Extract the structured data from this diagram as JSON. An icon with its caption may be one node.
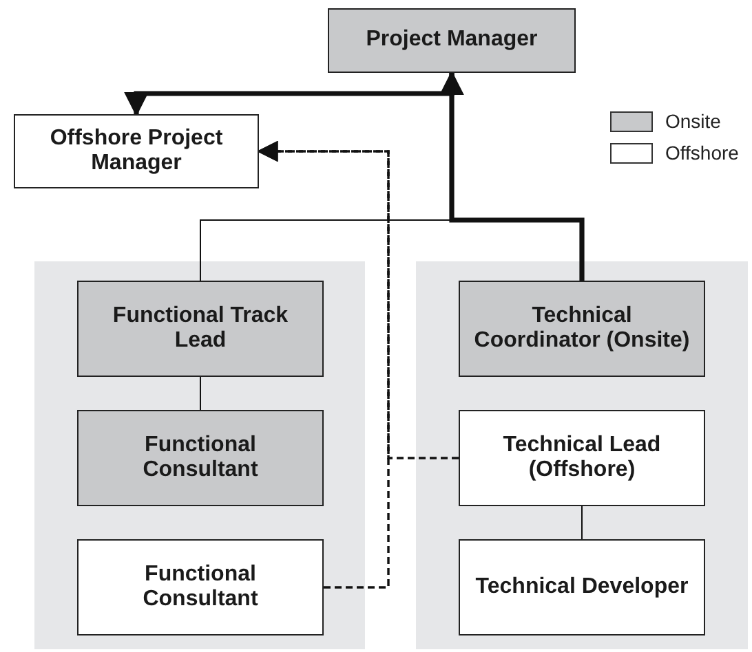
{
  "diagram": {
    "nodes": [
      {
        "text": [
          "Project Manager"
        ]
      },
      {
        "text": [
          "Offshore Project Manager"
        ]
      },
      {
        "text": [],
        "shape": "box"
      },
      {
        "text": [],
        "shape": "box"
      },
      {
        "text": [
          "Functional Track Lead"
        ],
        "in": 2
      },
      {
        "text": [
          "Functional Consultant"
        ],
        "in": 2
      },
      {
        "text": [
          "Functional Consultant"
        ],
        "in": 2
      },
      {
        "text": [
          "Technical Coordinator (Onsite)"
        ],
        "in": 3
      },
      {
        "text": [
          "Technical Lead (Offshore)"
        ],
        "in": 3
      },
      {
        "text": [
          "Technical Developer"
        ],
        "in": 3
      }
    ],
    "edges": [
      {
        "from": 7,
        "to": 0,
        "arrow": "to",
        "style": "thick"
      },
      {
        "from": 0,
        "to": 1,
        "arrow": "to",
        "style": "thick"
      },
      {
        "from": 4,
        "to": 0,
        "arrow": "to"
      },
      {
        "from": 4,
        "to": 5,
        "arrow": "none"
      },
      {
        "from": 8,
        "to": 9,
        "arrow": "none"
      },
      {
        "from": 6,
        "to": 1,
        "arrow": "to",
        "style": "dashed"
      },
      {
        "from": 8,
        "to": 1,
        "arrow": "to",
        "style": "dashed"
      }
    ],
    "legend": [
      {
        "text": "Onsite",
        "color": "#c8c9cb"
      },
      {
        "text": "Offshore",
        "color": "#ffffff"
      }
    ]
  }
}
